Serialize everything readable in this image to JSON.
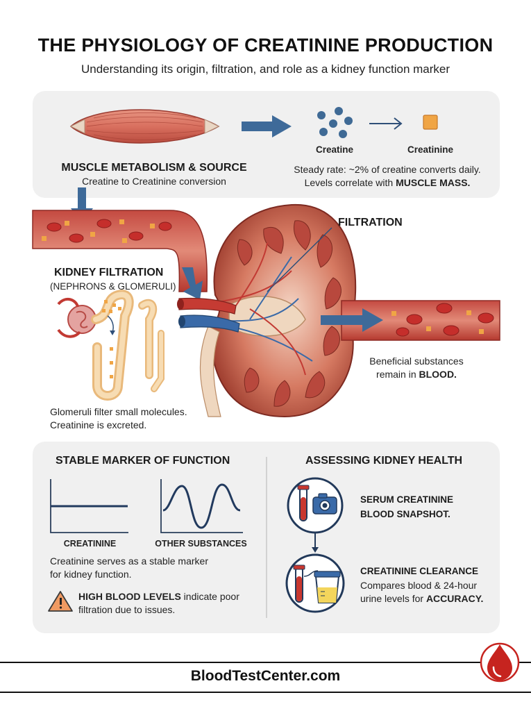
{
  "header": {
    "title": "THE PHYSIOLOGY OF CREATININE PRODUCTION",
    "subtitle": "Understanding its origin, filtration, and role as a kidney function marker"
  },
  "muscle": {
    "heading": "MUSCLE METABOLISM & SOURCE",
    "subheading": "Creatine to Creatinine conversion",
    "creatine_label": "Creatine",
    "creatinine_label": "Creatinine",
    "rate_line1": "Steady rate: ~2% of creatine converts daily.",
    "rate_line2_prefix": "Levels correlate with ",
    "rate_line2_bold": "MUSCLE MASS."
  },
  "kidney": {
    "heading": "KIDNEY FILTRATION",
    "subheading": "(NEPHRONS & GLOMERULI)",
    "filtration_label": "FILTRATION",
    "note_line1": "Glomeruli filter small molecules.",
    "note_line2": "Creatinine is excreted.",
    "blood_line1": "Beneficial substances",
    "blood_line2_prefix": "remain in ",
    "blood_line2_bold": "BLOOD."
  },
  "stable": {
    "heading": "STABLE MARKER OF FUNCTION",
    "graph1_label": "CREATININE",
    "graph2_label": "OTHER SUBSTANCES",
    "desc_line1": "Creatinine serves as a stable marker",
    "desc_line2": "for kidney function.",
    "warn_bold": "HIGH BLOOD LEVELS",
    "warn_rest": " indicate poor",
    "warn_line2": "filtration due to issues."
  },
  "assess": {
    "heading": "ASSESSING KIDNEY HEALTH",
    "serum_line1": "SERUM CREATININE",
    "serum_line2": "BLOOD SNAPSHOT.",
    "clear_title": "CREATININE CLEARANCE",
    "clear_line1": "Compares blood & 24-hour",
    "clear_line2_prefix": "urine levels for ",
    "clear_line2_bold": "ACCURACY."
  },
  "footer": {
    "brand": "BloodTestCenter.com"
  },
  "icons": [
    "muscle-icon",
    "molecule-icon",
    "arrow-icon",
    "blood-vessel-icon",
    "red-blood-cell-icon",
    "nephron-icon",
    "kidney-icon",
    "line-graph-icon",
    "warning-icon",
    "test-tube-icon",
    "camera-icon",
    "urine-cup-icon",
    "blood-drop-logo-icon"
  ],
  "colors": {
    "vessel": "#a8342f",
    "arrow": "#3e6a99",
    "panel": "#f0f0f0",
    "creatinine_square": "#f0a545",
    "nephron": "#f1c58a"
  }
}
